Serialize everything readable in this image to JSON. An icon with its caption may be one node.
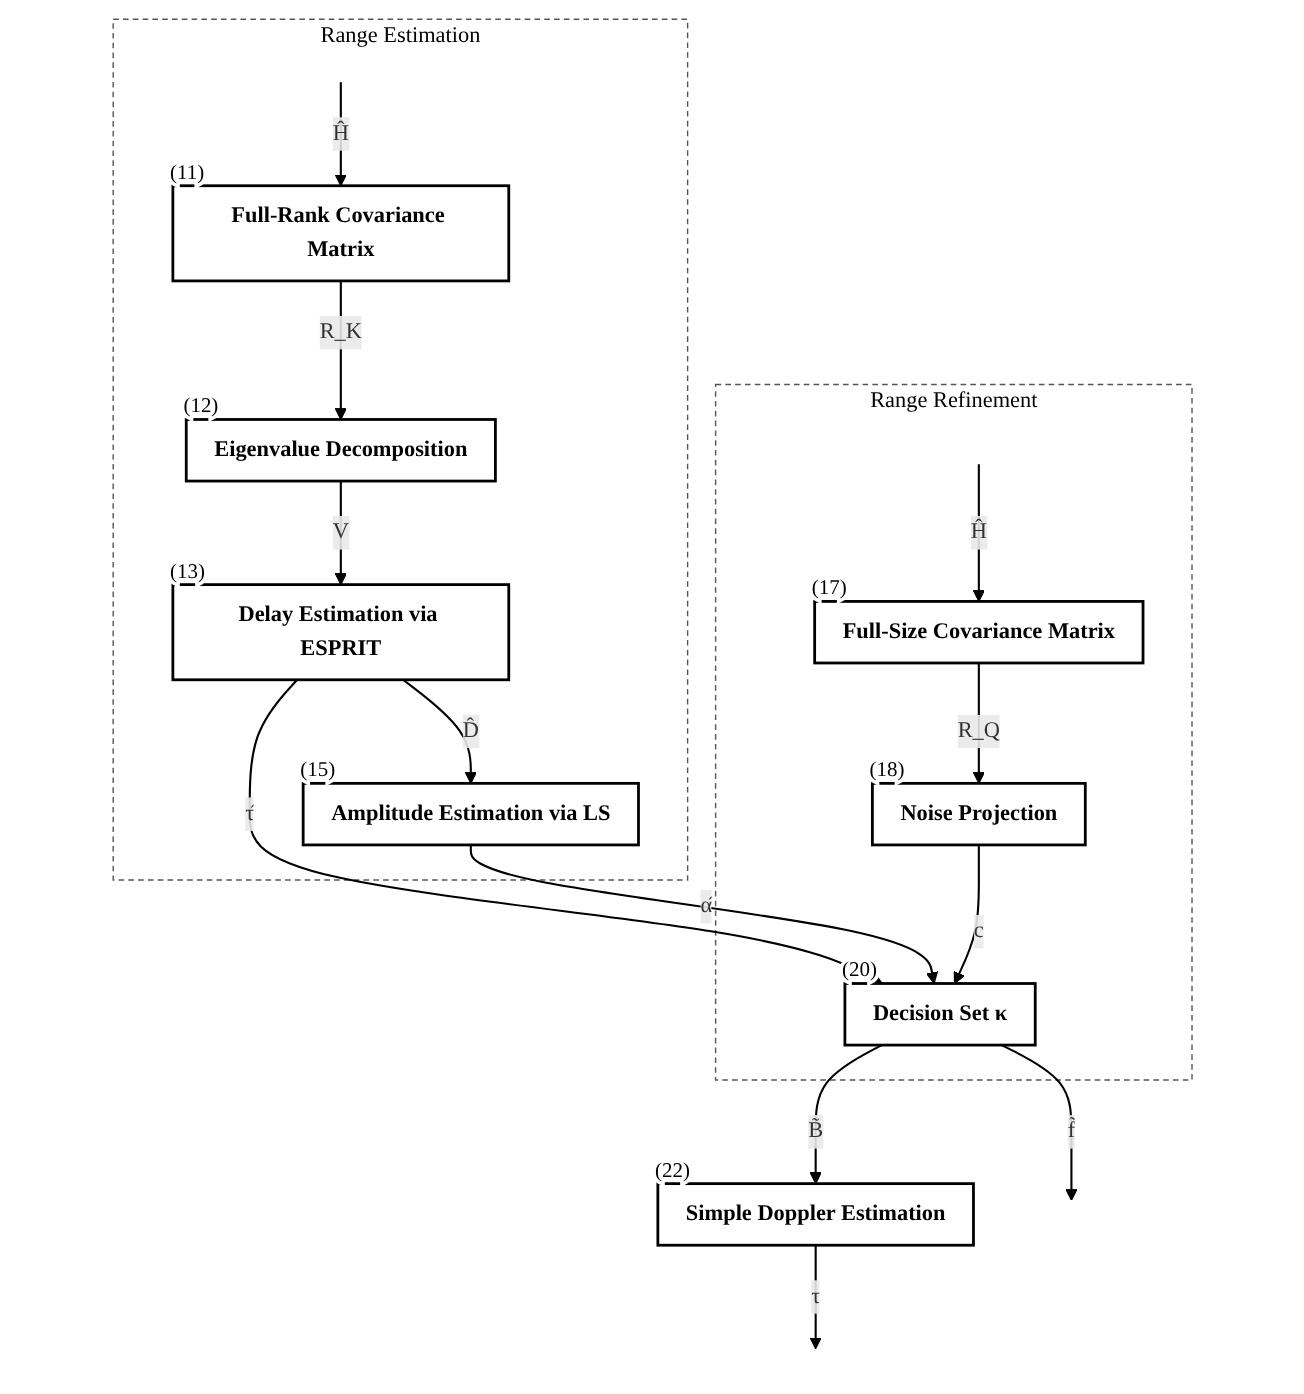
{
  "diagram": {
    "nodes": [
      {
        "text": [
          "Range Estimation"
        ]
      },
      {
        "text": [
          "Range Refinement"
        ]
      },
      {
        "text": [
          "Full-Rank Covariance Matrix"
        ],
        "beside": [
          "(11)"
        ],
        "in": 0
      },
      {
        "text": [
          "Eigenvalue Decomposition"
        ],
        "beside": [
          "(12)"
        ],
        "in": 0
      },
      {
        "text": [
          "Delay Estimation via ESPRIT"
        ],
        "beside": [
          "(13)"
        ],
        "in": 0
      },
      {
        "text": [
          "Amplitude Estimation via LS"
        ],
        "beside": [
          "(15)"
        ],
        "in": 0
      },
      {
        "text": [
          "Full-Size Covariance Matrix"
        ],
        "beside": [
          "(17)"
        ],
        "in": 1
      },
      {
        "text": [
          "Noise Projection"
        ],
        "beside": [
          "(18)"
        ],
        "in": 1
      },
      {
        "text": [
          "Decision Set κ"
        ],
        "beside": [
          "(20)"
        ],
        "in": 1
      },
      {
        "text": [
          "Simple Doppler Estimation"
        ],
        "beside": [
          "(22)"
        ]
      }
    ],
    "edges": [
      {
        "from": null,
        "to": 2,
        "arrow": "to",
        "label": "Ĥ"
      },
      {
        "from": 2,
        "to": 3,
        "arrow": "to",
        "label": "R_K"
      },
      {
        "from": 3,
        "to": 4,
        "arrow": "to",
        "label": "V"
      },
      {
        "from": 4,
        "to": 8,
        "arrow": "to",
        "label": "τ̂"
      },
      {
        "from": 4,
        "to": 5,
        "arrow": "to",
        "label": "D̂"
      },
      {
        "from": 5,
        "to": 8,
        "arrow": "to",
        "label": "α̂"
      },
      {
        "from": null,
        "to": 6,
        "arrow": "to",
        "label": "Ĥ"
      },
      {
        "from": 6,
        "to": 7,
        "arrow": "to",
        "label": "R_Q"
      },
      {
        "from": 7,
        "to": 8,
        "arrow": "to",
        "label": "c"
      },
      {
        "from": 8,
        "to": 9,
        "arrow": "to",
        "label": "B̃"
      },
      {
        "from": 8,
        "to": null,
        "arrow": "to",
        "label": "f̃"
      },
      {
        "from": 9,
        "to": null,
        "arrow": "to",
        "label": "τ̃"
      }
    ]
  }
}
